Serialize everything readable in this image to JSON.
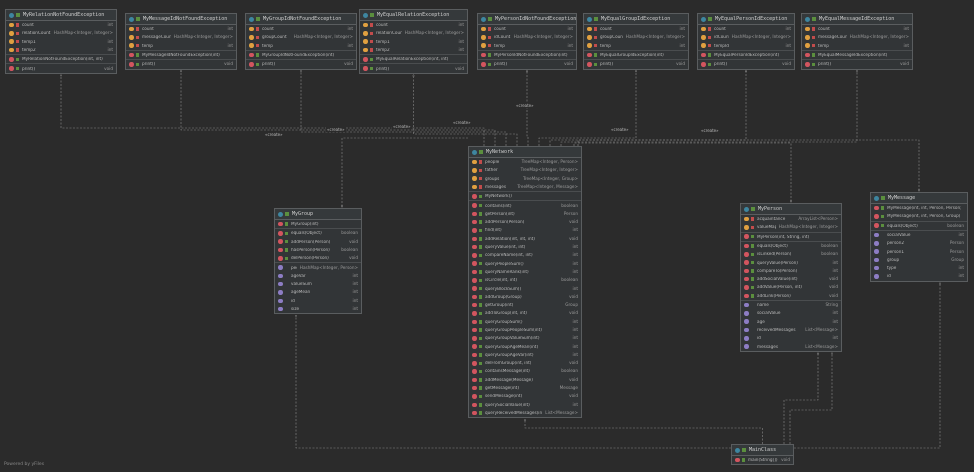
{
  "footer": "Powered by yFiles",
  "relation_label": "«create»",
  "classes": [
    {
      "id": "MyRelationNotFoundException",
      "kind": "class",
      "sections": [
        [
          {
            "k": "f",
            "v": "pr",
            "n": "count",
            "t": "int"
          },
          {
            "k": "f",
            "v": "pr",
            "n": "relationCount",
            "t": "HashMap<Integer, Integer>"
          },
          {
            "k": "f",
            "v": "pr",
            "n": "temp1",
            "t": "int"
          },
          {
            "k": "f",
            "v": "pr",
            "n": "temp2",
            "t": "int"
          }
        ],
        [
          {
            "k": "m",
            "v": "pu",
            "n": "MyRelationNotFoundException(int, int)",
            "t": ""
          }
        ],
        [
          {
            "k": "m",
            "v": "pu",
            "n": "print()",
            "t": "void"
          }
        ]
      ]
    },
    {
      "id": "MyMessageIdNotFoundException",
      "kind": "class",
      "sections": [
        [
          {
            "k": "f",
            "v": "pr",
            "n": "count",
            "t": "int"
          },
          {
            "k": "f",
            "v": "pr",
            "n": "messageCount",
            "t": "HashMap<Integer, Integer>"
          },
          {
            "k": "f",
            "v": "pr",
            "n": "temp",
            "t": "int"
          }
        ],
        [
          {
            "k": "m",
            "v": "pu",
            "n": "MyMessageIdNotFoundException(int)",
            "t": ""
          }
        ],
        [
          {
            "k": "m",
            "v": "pu",
            "n": "print()",
            "t": "void"
          }
        ]
      ]
    },
    {
      "id": "MyGroupIdNotFoundException",
      "kind": "class",
      "sections": [
        [
          {
            "k": "f",
            "v": "pr",
            "n": "count",
            "t": "int"
          },
          {
            "k": "f",
            "v": "pr",
            "n": "groupCount",
            "t": "HashMap<Integer, Integer>"
          },
          {
            "k": "f",
            "v": "pr",
            "n": "temp",
            "t": "int"
          }
        ],
        [
          {
            "k": "m",
            "v": "pu",
            "n": "MyGroupIdNotFoundException(int)",
            "t": ""
          }
        ],
        [
          {
            "k": "m",
            "v": "pu",
            "n": "print()",
            "t": "void"
          }
        ]
      ]
    },
    {
      "id": "MyEqualRelationException",
      "kind": "class",
      "sections": [
        [
          {
            "k": "f",
            "v": "pr",
            "n": "count",
            "t": "int"
          },
          {
            "k": "f",
            "v": "pr",
            "n": "relationCount",
            "t": "HashMap<Integer, Integer>"
          },
          {
            "k": "f",
            "v": "pr",
            "n": "temp1",
            "t": "int"
          },
          {
            "k": "f",
            "v": "pr",
            "n": "temp2",
            "t": "int"
          }
        ],
        [
          {
            "k": "m",
            "v": "pu",
            "n": "MyEqualRelationException(int, int)",
            "t": ""
          }
        ],
        [
          {
            "k": "m",
            "v": "pu",
            "n": "print()",
            "t": "void"
          }
        ]
      ]
    },
    {
      "id": "MyPersonIdNotFoundException",
      "kind": "class",
      "sections": [
        [
          {
            "k": "f",
            "v": "pr",
            "n": "count",
            "t": "int"
          },
          {
            "k": "f",
            "v": "pr",
            "n": "idCount",
            "t": "HashMap<Integer, Integer>"
          },
          {
            "k": "f",
            "v": "pr",
            "n": "temp",
            "t": "int"
          }
        ],
        [
          {
            "k": "m",
            "v": "pu",
            "n": "MyPersonIdNotFoundException(int)",
            "t": ""
          }
        ],
        [
          {
            "k": "m",
            "v": "pu",
            "n": "print()",
            "t": "void"
          }
        ]
      ]
    },
    {
      "id": "MyEqualGroupIdException",
      "kind": "class",
      "sections": [
        [
          {
            "k": "f",
            "v": "pr",
            "n": "count",
            "t": "int"
          },
          {
            "k": "f",
            "v": "pr",
            "n": "groupCount",
            "t": "HashMap<Integer, Integer>"
          },
          {
            "k": "f",
            "v": "pr",
            "n": "temp",
            "t": "int"
          }
        ],
        [
          {
            "k": "m",
            "v": "pu",
            "n": "MyEqualGroupIdException(int)",
            "t": ""
          }
        ],
        [
          {
            "k": "m",
            "v": "pu",
            "n": "print()",
            "t": "void"
          }
        ]
      ]
    },
    {
      "id": "MyEqualPersonIdException",
      "kind": "class",
      "sections": [
        [
          {
            "k": "f",
            "v": "pr",
            "n": "count",
            "t": "int"
          },
          {
            "k": "f",
            "v": "pr",
            "n": "idCount",
            "t": "HashMap<Integer, Integer>"
          },
          {
            "k": "f",
            "v": "pr",
            "n": "tempId",
            "t": "int"
          }
        ],
        [
          {
            "k": "m",
            "v": "pu",
            "n": "MyEqualPersonIdException(int)",
            "t": ""
          }
        ],
        [
          {
            "k": "m",
            "v": "pu",
            "n": "print()",
            "t": "void"
          }
        ]
      ]
    },
    {
      "id": "MyEqualMessageIdException",
      "kind": "class",
      "sections": [
        [
          {
            "k": "f",
            "v": "pr",
            "n": "count",
            "t": "int"
          },
          {
            "k": "f",
            "v": "pr",
            "n": "messageCount",
            "t": "HashMap<Integer, Integer>"
          },
          {
            "k": "f",
            "v": "pr",
            "n": "temp",
            "t": "int"
          }
        ],
        [
          {
            "k": "m",
            "v": "pu",
            "n": "MyEqualMessageIdException(int)",
            "t": ""
          }
        ],
        [
          {
            "k": "m",
            "v": "pu",
            "n": "print()",
            "t": "void"
          }
        ]
      ]
    },
    {
      "id": "MyNetwork",
      "kind": "class",
      "sections": [
        [
          {
            "k": "f",
            "v": "pr",
            "n": "people",
            "t": "TreeMap<Integer, Person>"
          },
          {
            "k": "f",
            "v": "pr",
            "n": "father",
            "t": "TreeMap<Integer, Integer>"
          },
          {
            "k": "f",
            "v": "pr",
            "n": "groups",
            "t": "TreeMap<Integer, Group>"
          },
          {
            "k": "f",
            "v": "pr",
            "n": "messages",
            "t": "TreeMap<Integer, Message>"
          }
        ],
        [
          {
            "k": "m",
            "v": "pu",
            "n": "MyNetwork()",
            "t": ""
          }
        ],
        [
          {
            "k": "m",
            "v": "pu",
            "n": "contains(int)",
            "t": "boolean"
          },
          {
            "k": "m",
            "v": "pu",
            "n": "getPerson(int)",
            "t": "Person"
          },
          {
            "k": "m",
            "v": "pu",
            "n": "addPerson(Person)",
            "t": "void"
          },
          {
            "k": "m",
            "v": "pu",
            "n": "find(int)",
            "t": "int"
          },
          {
            "k": "m",
            "v": "pu",
            "n": "addRelation(int, int, int)",
            "t": "void"
          },
          {
            "k": "m",
            "v": "pu",
            "n": "queryValue(int, int)",
            "t": "int"
          },
          {
            "k": "m",
            "v": "pu",
            "n": "compareName(int, int)",
            "t": "int"
          },
          {
            "k": "m",
            "v": "pu",
            "n": "queryPeopleSum()",
            "t": "int"
          },
          {
            "k": "m",
            "v": "pu",
            "n": "queryNameRank(int)",
            "t": "int"
          },
          {
            "k": "m",
            "v": "pu",
            "n": "isCircle(int, int)",
            "t": "boolean"
          },
          {
            "k": "m",
            "v": "pu",
            "n": "queryBlockSum()",
            "t": "int"
          },
          {
            "k": "m",
            "v": "pu",
            "n": "addGroup(Group)",
            "t": "void"
          },
          {
            "k": "m",
            "v": "pu",
            "n": "getGroup(int)",
            "t": "Group"
          },
          {
            "k": "m",
            "v": "pu",
            "n": "addToGroup(int, int)",
            "t": "void"
          },
          {
            "k": "m",
            "v": "pu",
            "n": "queryGroupSum()",
            "t": "int"
          },
          {
            "k": "m",
            "v": "pu",
            "n": "queryGroupPeopleSum(int)",
            "t": "int"
          },
          {
            "k": "m",
            "v": "pu",
            "n": "queryGroupValueSum(int)",
            "t": "int"
          },
          {
            "k": "m",
            "v": "pu",
            "n": "queryGroupAgeMean(int)",
            "t": "int"
          },
          {
            "k": "m",
            "v": "pu",
            "n": "queryGroupAgeVar(int)",
            "t": "int"
          },
          {
            "k": "m",
            "v": "pu",
            "n": "delFromGroup(int, int)",
            "t": "void"
          },
          {
            "k": "m",
            "v": "pu",
            "n": "containsMessage(int)",
            "t": "boolean"
          },
          {
            "k": "m",
            "v": "pu",
            "n": "addMessage(Message)",
            "t": "void"
          },
          {
            "k": "m",
            "v": "pu",
            "n": "getMessage(int)",
            "t": "Message"
          },
          {
            "k": "m",
            "v": "pu",
            "n": "sendMessage(int)",
            "t": "void"
          },
          {
            "k": "m",
            "v": "pu",
            "n": "querySocialValue(int)",
            "t": "int"
          },
          {
            "k": "m",
            "v": "pu",
            "n": "queryReceivedMessages(int)",
            "t": "List<Message>"
          }
        ]
      ]
    },
    {
      "id": "MyGroup",
      "kind": "class",
      "sections": [
        [
          {
            "k": "m",
            "v": "pu",
            "n": "MyGroup(int)",
            "t": ""
          }
        ],
        [
          {
            "k": "m",
            "v": "pu",
            "n": "equals(Object)",
            "t": "boolean"
          },
          {
            "k": "m",
            "v": "pu",
            "n": "addPerson(Person)",
            "t": "void"
          },
          {
            "k": "m",
            "v": "pu",
            "n": "hasPerson(Person)",
            "t": "boolean"
          },
          {
            "k": "m",
            "v": "pu",
            "n": "delPerson(Person)",
            "t": "void"
          }
        ],
        [
          {
            "k": "p",
            "v": "none",
            "n": "people",
            "t": "HashMap<Integer, Person>"
          },
          {
            "k": "p",
            "v": "none",
            "n": "ageVar",
            "t": "int"
          },
          {
            "k": "p",
            "v": "none",
            "n": "valueSum",
            "t": "int"
          },
          {
            "k": "p",
            "v": "none",
            "n": "ageMean",
            "t": "int"
          },
          {
            "k": "p",
            "v": "none",
            "n": "id",
            "t": "int"
          },
          {
            "k": "p",
            "v": "none",
            "n": "size",
            "t": "int"
          }
        ]
      ]
    },
    {
      "id": "MyPerson",
      "kind": "class",
      "sections": [
        [
          {
            "k": "f",
            "v": "pr",
            "n": "acquaintance",
            "t": "ArrayList<Person>"
          },
          {
            "k": "f",
            "v": "pr",
            "n": "valueMap",
            "t": "HashMap<Integer, Integer>"
          }
        ],
        [
          {
            "k": "m",
            "v": "pu",
            "n": "MyPerson(int, String, int)",
            "t": ""
          }
        ],
        [
          {
            "k": "m",
            "v": "pu",
            "n": "equals(Object)",
            "t": "boolean"
          },
          {
            "k": "m",
            "v": "pu",
            "n": "isLinked(Person)",
            "t": "boolean"
          },
          {
            "k": "m",
            "v": "pu",
            "n": "queryValue(Person)",
            "t": "int"
          },
          {
            "k": "m",
            "v": "pu",
            "n": "compareTo(Person)",
            "t": "int"
          },
          {
            "k": "m",
            "v": "pu",
            "n": "addSocialValue(int)",
            "t": "void"
          },
          {
            "k": "m",
            "v": "pu",
            "n": "addValue(Person, int)",
            "t": "void"
          },
          {
            "k": "m",
            "v": "pu",
            "n": "addLink(Person)",
            "t": "void"
          }
        ],
        [
          {
            "k": "p",
            "v": "none",
            "n": "name",
            "t": "String"
          },
          {
            "k": "p",
            "v": "none",
            "n": "socialValue",
            "t": "int"
          },
          {
            "k": "p",
            "v": "none",
            "n": "age",
            "t": "int"
          },
          {
            "k": "p",
            "v": "none",
            "n": "receivedMessages",
            "t": "List<Message>"
          },
          {
            "k": "p",
            "v": "none",
            "n": "id",
            "t": "int"
          },
          {
            "k": "p",
            "v": "none",
            "n": "messages",
            "t": "List<Message>"
          }
        ]
      ]
    },
    {
      "id": "MyMessage",
      "kind": "class",
      "sections": [
        [
          {
            "k": "m",
            "v": "pu",
            "n": "MyMessage(int, int, Person, Person)",
            "t": ""
          },
          {
            "k": "m",
            "v": "pu",
            "n": "MyMessage(int, int, Person, Group)",
            "t": ""
          }
        ],
        [
          {
            "k": "m",
            "v": "pu",
            "n": "equals(Object)",
            "t": "boolean"
          }
        ],
        [
          {
            "k": "p",
            "v": "none",
            "n": "socialValue",
            "t": "int"
          },
          {
            "k": "p",
            "v": "none",
            "n": "person2",
            "t": "Person"
          },
          {
            "k": "p",
            "v": "none",
            "n": "person1",
            "t": "Person"
          },
          {
            "k": "p",
            "v": "none",
            "n": "group",
            "t": "Group"
          },
          {
            "k": "p",
            "v": "none",
            "n": "type",
            "t": "int"
          },
          {
            "k": "p",
            "v": "none",
            "n": "id",
            "t": "int"
          }
        ]
      ]
    },
    {
      "id": "MainClass",
      "kind": "class",
      "sections": [
        [
          {
            "k": "m",
            "v": "pu",
            "n": "main(String[])",
            "t": "void"
          }
        ]
      ]
    }
  ]
}
